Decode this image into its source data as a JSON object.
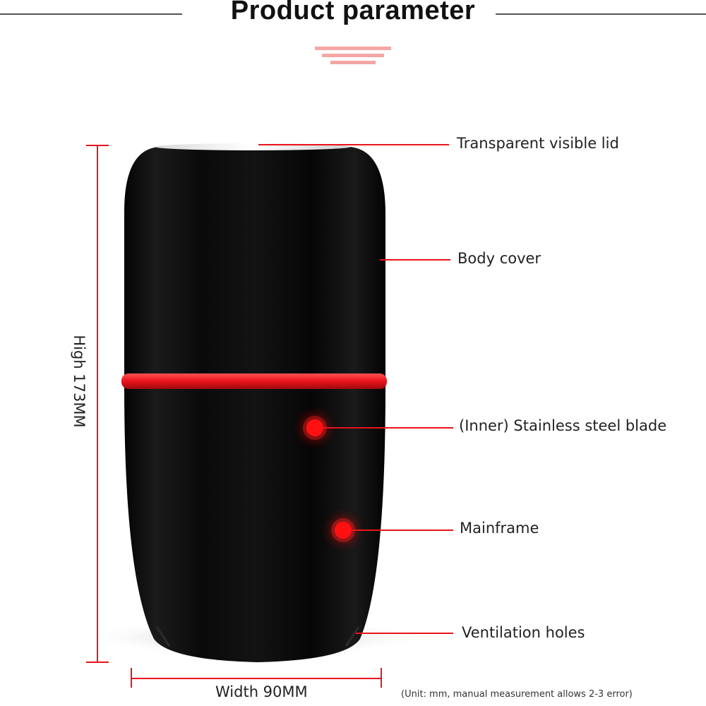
{
  "header": {
    "title": "Product parameter"
  },
  "colors": {
    "accent": "#e8141c",
    "body": "#0b0b0b",
    "band": "#e8262c",
    "deco": "#f4a5a5"
  },
  "callouts": [
    {
      "label": "Transparent visible lid"
    },
    {
      "label": "Body cover"
    },
    {
      "label": "(Inner) Stainless steel blade"
    },
    {
      "label": "Mainframe"
    },
    {
      "label": "Ventilation holes"
    }
  ],
  "dimensions": {
    "height_label": "High 173MM",
    "width_label": "Width 90MM",
    "note": "(Unit: mm, manual measurement allows 2-3 error)"
  }
}
